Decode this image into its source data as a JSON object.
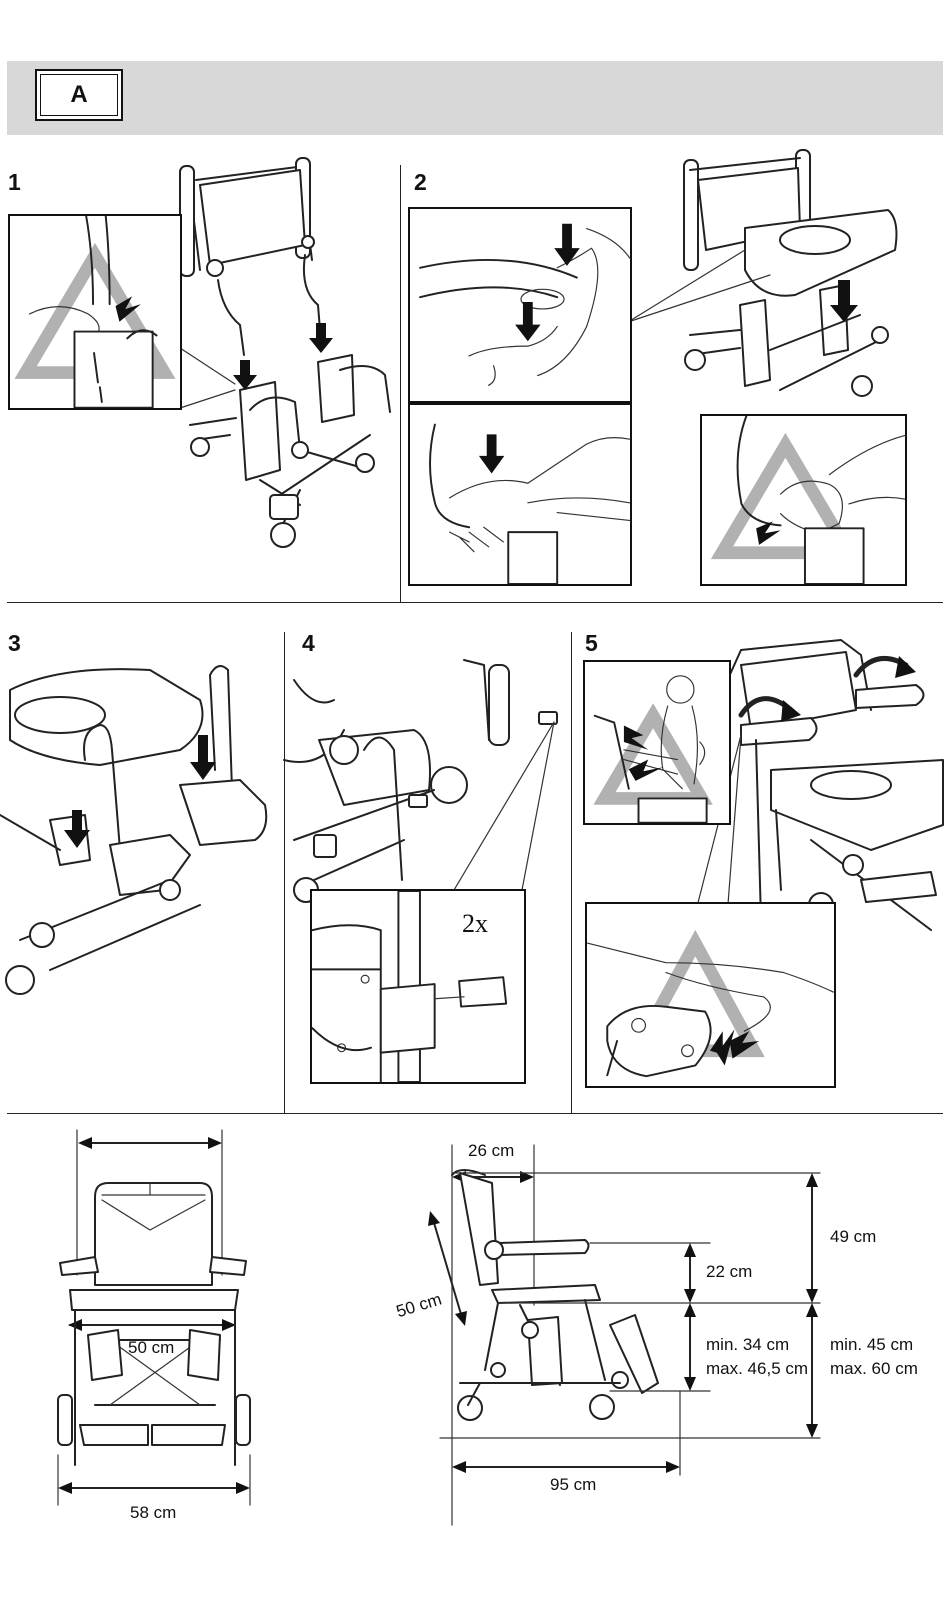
{
  "section": {
    "label": "A"
  },
  "steps": [
    {
      "number": "1"
    },
    {
      "number": "2"
    },
    {
      "number": "3"
    },
    {
      "number": "4"
    },
    {
      "number": "5"
    }
  ],
  "step4_inset": {
    "multiplier": "2x"
  },
  "dimensions": {
    "front_view": {
      "seat_width": "50 cm",
      "overall_width": "58 cm"
    },
    "side_view": {
      "backrest_depth": "26 cm",
      "backrest_height": "50 cm",
      "armrest_height": "22 cm",
      "seat_height": "min. 34 cm\nmax. 46,5 cm",
      "seat_height_min": "min. 34 cm",
      "seat_height_max": "max. 46,5 cm",
      "back_top_height": "49 cm",
      "total_height_min": "min. 45 cm",
      "total_height_max": "max. 60 cm",
      "overall_length": "95 cm"
    }
  },
  "icons": [
    "warning-triangle-icon",
    "down-arrow-icon",
    "pinch-hazard-icon",
    "rotate-arrow-icon"
  ],
  "colors": {
    "header_band": "#d8d8d8",
    "warning_triangle": "#a9a9a9",
    "line": "#222222"
  }
}
